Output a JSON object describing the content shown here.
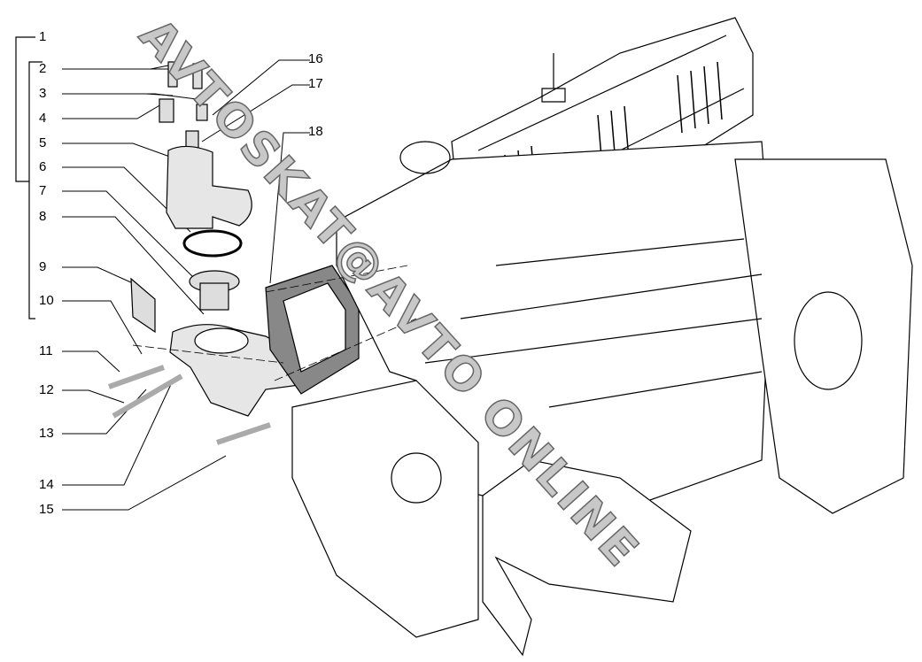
{
  "diagram": {
    "title": "Thermostat assembly exploded view",
    "callouts": [
      "1",
      "2",
      "3",
      "4",
      "5",
      "6",
      "7",
      "8",
      "9",
      "10",
      "11",
      "12",
      "13",
      "14",
      "15",
      "16",
      "17",
      "18"
    ]
  },
  "watermark": "AVTOSKAT@AVTO ONLINE"
}
